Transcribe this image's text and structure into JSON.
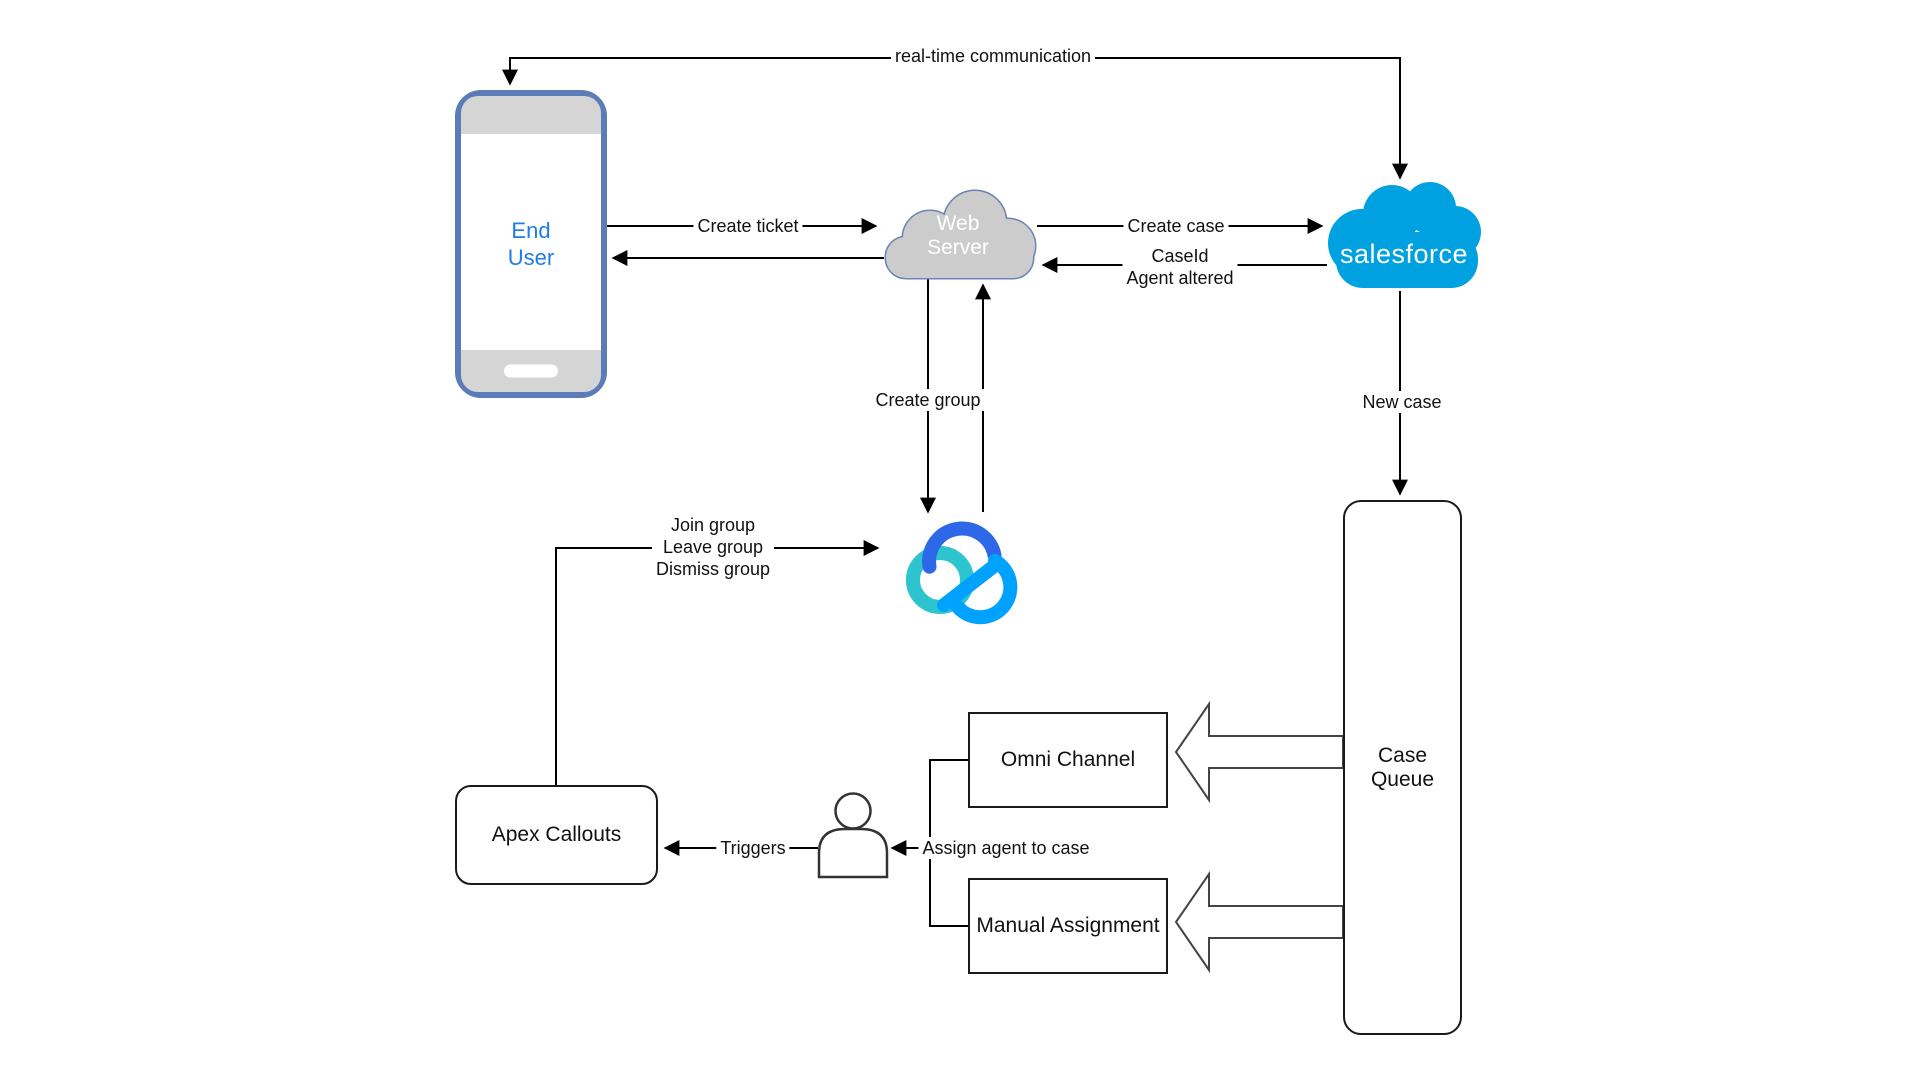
{
  "nodes": {
    "end_user": "End\nUser",
    "web_server": "Web\nServer",
    "salesforce": "salesforce",
    "case_queue": "Case\nQueue",
    "omni_channel": "Omni Channel",
    "manual_assignment": "Manual Assignment",
    "apex_callouts": "Apex Callouts"
  },
  "edge_labels": {
    "real_time": "real-time communication",
    "create_ticket": "Create ticket",
    "create_case": "Create case",
    "case_return": "CaseId\nAgent altered",
    "create_group": "Create group",
    "new_case": "New case",
    "group_ops": "Join group\nLeave group\nDismiss group",
    "assign_agent": "Assign agent to case",
    "triggers": "Triggers"
  },
  "colors": {
    "salesforce_blue": "#00A1E0",
    "phone_border_blue": "#5C7CB8",
    "phone_text_blue": "#1F7CE4",
    "server_cloud_fill": "#CCCCCC",
    "server_cloud_stroke": "#6E84B4",
    "tencent_dark_blue": "#2D68E8",
    "tencent_teal": "#2BC4CF",
    "tencent_light_blue": "#00A2FF",
    "connector_black": "#000000"
  }
}
